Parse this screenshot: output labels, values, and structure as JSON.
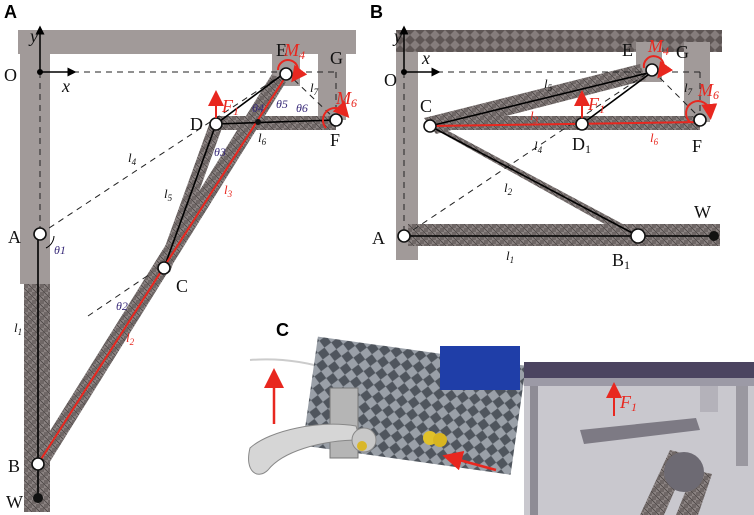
{
  "panel_a": {
    "label": "A",
    "axis_y": "y",
    "axis_x": "x",
    "origin": "O",
    "points": {
      "E": "E",
      "G": "G",
      "D": "D",
      "F": "F",
      "A": "A",
      "C": "C",
      "B": "B",
      "W": "W"
    },
    "lengths": {
      "l1": "l",
      "l1_sub": "1",
      "l2": "l",
      "l2_sub": "2",
      "l3": "l",
      "l3_sub": "3",
      "l4": "l",
      "l4_sub": "4",
      "l5": "l",
      "l5_sub": "5",
      "l6": "l",
      "l6_sub": "6",
      "l7": "l",
      "l7_sub": "7"
    },
    "angles": {
      "theta1": "θ1",
      "theta2": "θ2",
      "theta3": "θ3",
      "theta4": "θ4",
      "theta5": "θ5",
      "theta6": "θ6"
    },
    "forces": {
      "F1": "F",
      "F1_sub": "1",
      "M4": "M",
      "M4_sub": "4",
      "M6": "M",
      "M6_sub": "6"
    }
  },
  "panel_b": {
    "label": "B",
    "axis_y": "y",
    "axis_x": "x",
    "origin": "O",
    "points": {
      "E": "E",
      "G": "G",
      "C": "C",
      "D1": "D",
      "D1_sub": "1",
      "F": "F",
      "A": "A",
      "B1": "B",
      "B1_sub": "1",
      "W": "W"
    },
    "lengths": {
      "l1": "l",
      "l1_sub": "1",
      "l2": "l",
      "l2_sub": "2",
      "l3": "l",
      "l3_sub": "3",
      "l4": "l",
      "l4_sub": "4",
      "l5": "l",
      "l5_sub": "5",
      "l6": "l",
      "l6_sub": "6",
      "l7": "l",
      "l7_sub": "7"
    },
    "forces": {
      "F1": "F",
      "F1_sub": "1",
      "M4": "M",
      "M4_sub": "4",
      "M6": "M",
      "M6_sub": "6"
    }
  },
  "panel_c": {
    "label": "C",
    "forces": {
      "F1": "F",
      "F1_sub": "1"
    }
  }
}
